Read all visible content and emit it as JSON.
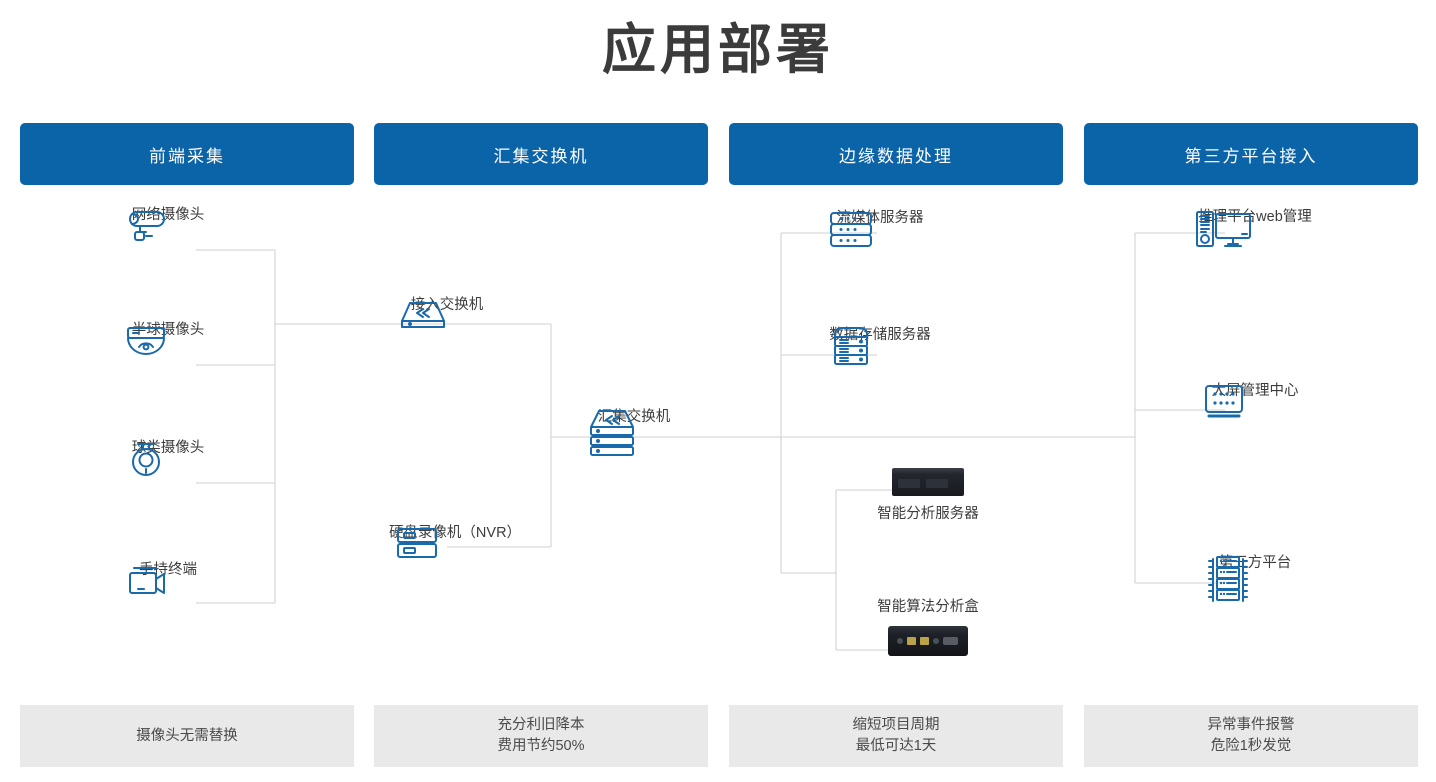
{
  "title": "应用部署",
  "theme": {
    "accent": "#0b63a8",
    "icon_line": "#1a6aab",
    "connector": "#cfcfcf",
    "feature_bg": "#e9e9e9",
    "title_color": "#3b3b3b"
  },
  "columns": [
    {
      "id": "front-end-collection",
      "header": "前端采集"
    },
    {
      "id": "aggregation-switch",
      "header": "汇集交换机"
    },
    {
      "id": "edge-data-processing",
      "header": "边缘数据处理"
    },
    {
      "id": "third-party-access",
      "header": "第三方平台接入"
    }
  ],
  "nodes": {
    "network_camera": {
      "label": "网络摄像头",
      "icon": "bullet-camera-icon"
    },
    "dome_camera": {
      "label": "半球摄像头",
      "icon": "dome-camera-icon"
    },
    "ptz_camera": {
      "label": "球类摄像头",
      "icon": "ptz-camera-icon"
    },
    "handheld_terminal": {
      "label": "手持终端",
      "icon": "camcorder-icon"
    },
    "access_switch": {
      "label": "接入交换机",
      "icon": "switch-icon"
    },
    "nvr": {
      "label": "硬盘录像机（NVR）",
      "icon": "nvr-icon"
    },
    "agg_switch": {
      "label": "汇集交换机",
      "icon": "stacked-switch-icon"
    },
    "stream_server": {
      "label": "流媒体服务器",
      "icon": "rack-server-icon"
    },
    "storage_server": {
      "label": "数据存储服务器",
      "icon": "storage-server-icon"
    },
    "analysis_server": {
      "label": "智能分析服务器",
      "icon": "rackmount-photo"
    },
    "algorithm_box": {
      "label": "智能算法分析盒",
      "icon": "edge-box-photo"
    },
    "web_management": {
      "label": "推理平台web管理",
      "icon": "desktop-pc-icon"
    },
    "display_center": {
      "label": "大屏管理中心",
      "icon": "video-wall-icon"
    },
    "third_party_platform": {
      "label": "第三方平台",
      "icon": "server-rack-icon"
    }
  },
  "features": [
    {
      "id": "no-camera-replacement",
      "text": "摄像头无需替换"
    },
    {
      "id": "cost-reduction",
      "text": "充分利旧降本\n费用节约50%"
    },
    {
      "id": "shorter-cycle",
      "text": "缩短项目周期\n最低可达1天"
    },
    {
      "id": "event-alarm",
      "text": "异常事件报警\n危险1秒发觉"
    }
  ]
}
